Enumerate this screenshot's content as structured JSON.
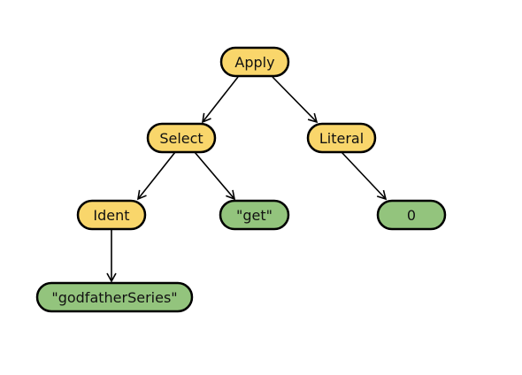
{
  "colors": {
    "internal": "#f9d66b",
    "leaf": "#93c47d",
    "stroke": "#000000"
  },
  "nodes": [
    {
      "id": "apply",
      "label": "Apply",
      "kind": "internal"
    },
    {
      "id": "select",
      "label": "Select",
      "kind": "internal"
    },
    {
      "id": "literal",
      "label": "Literal",
      "kind": "internal"
    },
    {
      "id": "ident",
      "label": "Ident",
      "kind": "internal"
    },
    {
      "id": "get",
      "label": "\"get\"",
      "kind": "leaf"
    },
    {
      "id": "zero",
      "label": "0",
      "kind": "leaf"
    },
    {
      "id": "godfather",
      "label": "\"godfatherSeries\"",
      "kind": "leaf"
    }
  ],
  "edges": [
    {
      "from": "apply",
      "to": "select"
    },
    {
      "from": "apply",
      "to": "literal"
    },
    {
      "from": "select",
      "to": "ident"
    },
    {
      "from": "select",
      "to": "get"
    },
    {
      "from": "literal",
      "to": "zero"
    },
    {
      "from": "ident",
      "to": "godfather"
    }
  ]
}
